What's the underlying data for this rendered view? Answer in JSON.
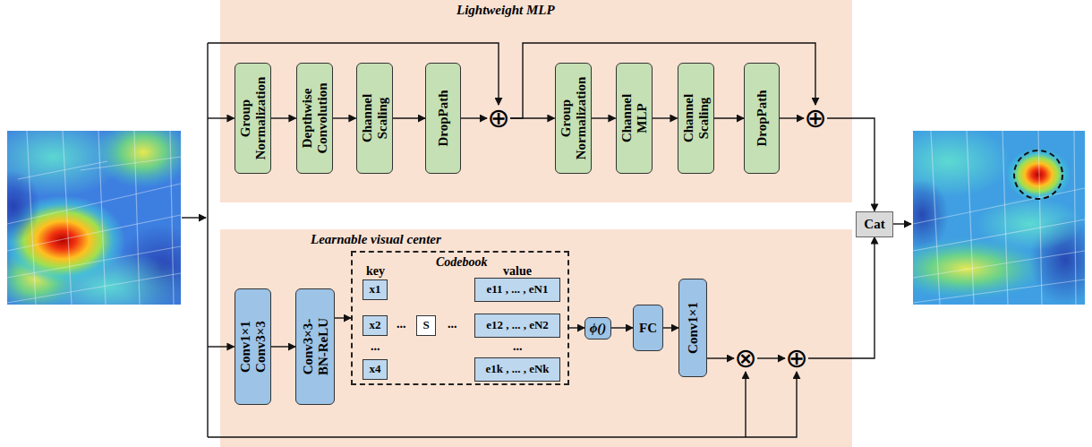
{
  "diagram": {
    "nodes": [
      {
        "text": [
          "Lightweight MLP"
        ]
      },
      {
        "text": [
          "Group Normalization"
        ],
        "in": 0
      },
      {
        "text": [
          "Depthwise Convolution"
        ],
        "in": 0
      },
      {
        "text": [
          "Channel Scaling"
        ],
        "in": 0
      },
      {
        "text": [
          "DropPath"
        ],
        "in": 0
      },
      {
        "text": [
          "⊕"
        ],
        "in": 0
      },
      {
        "text": [
          "Group Normalization"
        ],
        "in": 0
      },
      {
        "text": [
          "Channel MLP"
        ],
        "in": 0
      },
      {
        "text": [
          "Channel Scaling"
        ],
        "in": 0
      },
      {
        "text": [
          "DropPath"
        ],
        "in": 0
      },
      {
        "text": [
          "⊕"
        ],
        "in": 0
      },
      {
        "text": [
          "Learnable visual center"
        ]
      },
      {
        "text": [
          "Conv1×1 Conv3×3"
        ],
        "in": 11
      },
      {
        "text": [
          "Conv3×3- BN-ReLU"
        ],
        "in": 11
      },
      {
        "text": [
          "Codebook"
        ],
        "in": 11
      },
      {
        "text": [
          "x1"
        ],
        "in": 14
      },
      {
        "text": [
          "e11 , ... , eN1"
        ],
        "in": 14
      },
      {
        "text": [
          "x2"
        ],
        "in": 14
      },
      {
        "text": [
          "S"
        ],
        "in": 14
      },
      {
        "text": [
          "e12 , ... , eN2"
        ],
        "in": 14
      },
      {
        "text": [
          "x4"
        ],
        "in": 14
      },
      {
        "text": [
          "e1k , ... , eNk"
        ],
        "in": 14
      },
      {
        "text": [
          "ϕ()"
        ],
        "in": 11
      },
      {
        "text": [
          "FC"
        ],
        "in": 11
      },
      {
        "text": [
          "Conv1×1"
        ],
        "in": 11
      },
      {
        "text": [
          "⊗"
        ],
        "in": 11
      },
      {
        "text": [
          "⊕"
        ],
        "in": 11
      },
      {
        "text": [
          "Cat"
        ]
      }
    ],
    "edges": [
      {
        "from": 1,
        "to": 2,
        "arrow": "to"
      },
      {
        "from": 2,
        "to": 3,
        "arrow": "to"
      },
      {
        "from": 3,
        "to": 4,
        "arrow": "to"
      },
      {
        "from": 4,
        "to": 5,
        "arrow": "to"
      },
      {
        "from": 5,
        "to": 6,
        "arrow": "to"
      },
      {
        "from": 6,
        "to": 7,
        "arrow": "to"
      },
      {
        "from": 7,
        "to": 8,
        "arrow": "to"
      },
      {
        "from": 8,
        "to": 9,
        "arrow": "to"
      },
      {
        "from": 9,
        "to": 10,
        "arrow": "to"
      },
      {
        "from": 5,
        "to": 10,
        "arrow": "to"
      },
      {
        "from": 10,
        "to": 27,
        "arrow": "to"
      },
      {
        "from": 12,
        "to": 13,
        "arrow": "to"
      },
      {
        "from": 13,
        "to": 14,
        "arrow": "to"
      },
      {
        "from": 14,
        "to": 22,
        "arrow": "to"
      },
      {
        "from": 22,
        "to": 23,
        "arrow": "to"
      },
      {
        "from": 23,
        "to": 24,
        "arrow": "to"
      },
      {
        "from": 24,
        "to": 25,
        "arrow": "to"
      },
      {
        "from": 25,
        "to": 26,
        "arrow": "to"
      },
      {
        "from": 26,
        "to": 27,
        "arrow": "to"
      }
    ],
    "labels": [
      "key",
      "value",
      "...",
      "...",
      "...",
      "..."
    ]
  }
}
